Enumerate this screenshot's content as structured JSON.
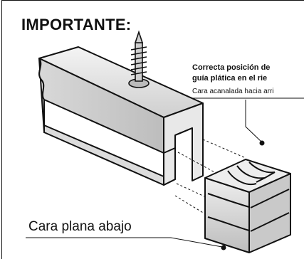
{
  "title": "IMPORTANTE:",
  "callout_position": {
    "line1": "Correcta posición de",
    "line2": "guía plática en el rie"
  },
  "callout_groove": "Cara acanalada hacia arri",
  "callout_flat": "Cara plana abajo"
}
